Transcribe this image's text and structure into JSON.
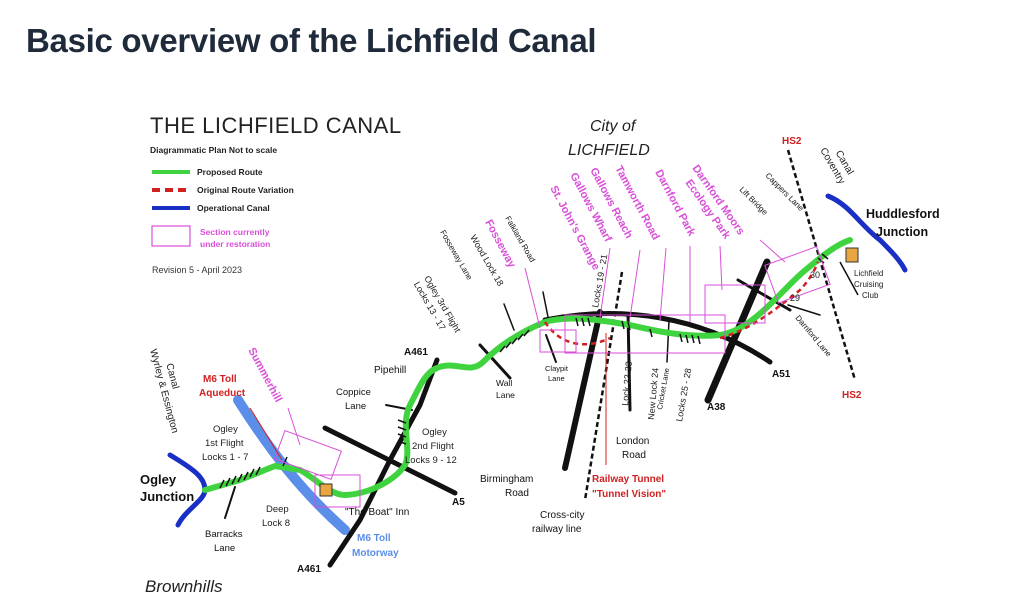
{
  "page": {
    "title": "Basic overview of the Lichfield Canal"
  },
  "map": {
    "title": "THE LICHFIELD CANAL",
    "subtitle": "Diagrammatic Plan Not to scale",
    "revision": "Revision 5 - April 2023",
    "legend": [
      {
        "label": "Proposed Route",
        "color": "#3fd43f",
        "style": "solid"
      },
      {
        "label": "Original Route Variation",
        "color": "#d12020",
        "style": "dashed"
      },
      {
        "label": "Operational Canal",
        "color": "#1a2fc4",
        "style": "solid"
      },
      {
        "label": "Section currently under restoration",
        "color": "#d94fd9",
        "style": "box"
      }
    ],
    "places": {
      "city_line1": "City of",
      "city_line2": "LICHFIELD",
      "brownhills": "Brownhills",
      "ogley_junction_1": "Ogley",
      "ogley_junction_2": "Junction",
      "huddlesford_1": "Huddlesford",
      "huddlesford_2": "Junction"
    },
    "canals": {
      "wyrley_1": "Wyrley & Essington",
      "wyrley_2": "Canal",
      "coventry_1": "Coventry",
      "coventry_2": "Canal",
      "lichfield_club_1": "Lichfield",
      "lichfield_club_2": "Cruising",
      "lichfield_club_3": "Club"
    },
    "roads": {
      "a461_top": "A461",
      "a461_bottom": "A461",
      "a5": "A5",
      "a38": "A38",
      "a51": "A51",
      "hs2_top": "HS2",
      "hs2_bottom": "HS2",
      "m6_toll_1": "M6 Toll",
      "m6_toll_2": "Motorway",
      "pipehill": "Pipehill",
      "coppice_1": "Coppice",
      "coppice_2": "Lane",
      "barracks_1": "Barracks",
      "barracks_2": "Lane",
      "wall_1": "Wall",
      "wall_2": "Lane",
      "claypit_1": "Claypit",
      "claypit_2": "Lane",
      "birmingham_1": "Birmingham",
      "birmingham_2": "Road",
      "crosscity_1": "Cross-city",
      "crosscity_2": "railway line",
      "london_1": "London",
      "london_2": "Road",
      "cricket": "Cricket Lane",
      "fosseway_lane": "Fosseway Lane",
      "falkland_road": "Falkland Road",
      "cappers_lane": "Cappers Lane",
      "lift_bridge": "Lift Bridge",
      "darnford_lane": "Darnford Lane",
      "boat_inn": "\"The Boat\" Inn"
    },
    "locks": {
      "ogley_first_1": "Ogley",
      "ogley_first_2": "1st Flight",
      "ogley_first_3": "Locks 1 - 7",
      "deep_1": "Deep",
      "deep_2": "Lock 8",
      "ogley_second_1": "Ogley",
      "ogley_second_2": "2nd Flight",
      "ogley_second_3": "Locks 9 - 12",
      "ogley_third_1": "Ogley 3rd  Flight",
      "ogley_third_2": "Locks 13 - 17",
      "wood_lock": "Wood Lock 18",
      "locks_19_21": "Locks 19 - 21",
      "lock_22_23": "Lock 22-23",
      "new_lock_24": "New Lock 24",
      "locks_25_28": "Locks 25 - 28",
      "num_29": "29",
      "num_30": "30"
    },
    "restoration": {
      "summerhill": "Summerhill",
      "fosseway": "Fosseway",
      "st_johns": "St. John's Grange",
      "gallows_wharf": "Gallows Wharf",
      "gallows_reach": "Gallows Reach",
      "tamworth_road": "Tamworth Road",
      "darnford_park": "Darnford Park",
      "darnford_moors_1": "Darnford Moors",
      "darnford_moors_2": "Ecology Park"
    },
    "features": {
      "aqueduct_1": "M6 Toll",
      "aqueduct_2": "Aqueduct",
      "tunnel_1": "Railway Tunnel",
      "tunnel_2": "\"Tunnel Vision\""
    },
    "colors": {
      "proposed": "#3fd43f",
      "variation": "#d12020",
      "operational": "#1a2fc4",
      "restoration": "#d94fd9",
      "motorway": "#5b8ee8",
      "road": "#111111",
      "text": "#222222",
      "title_text": "#1f2a3a"
    }
  }
}
